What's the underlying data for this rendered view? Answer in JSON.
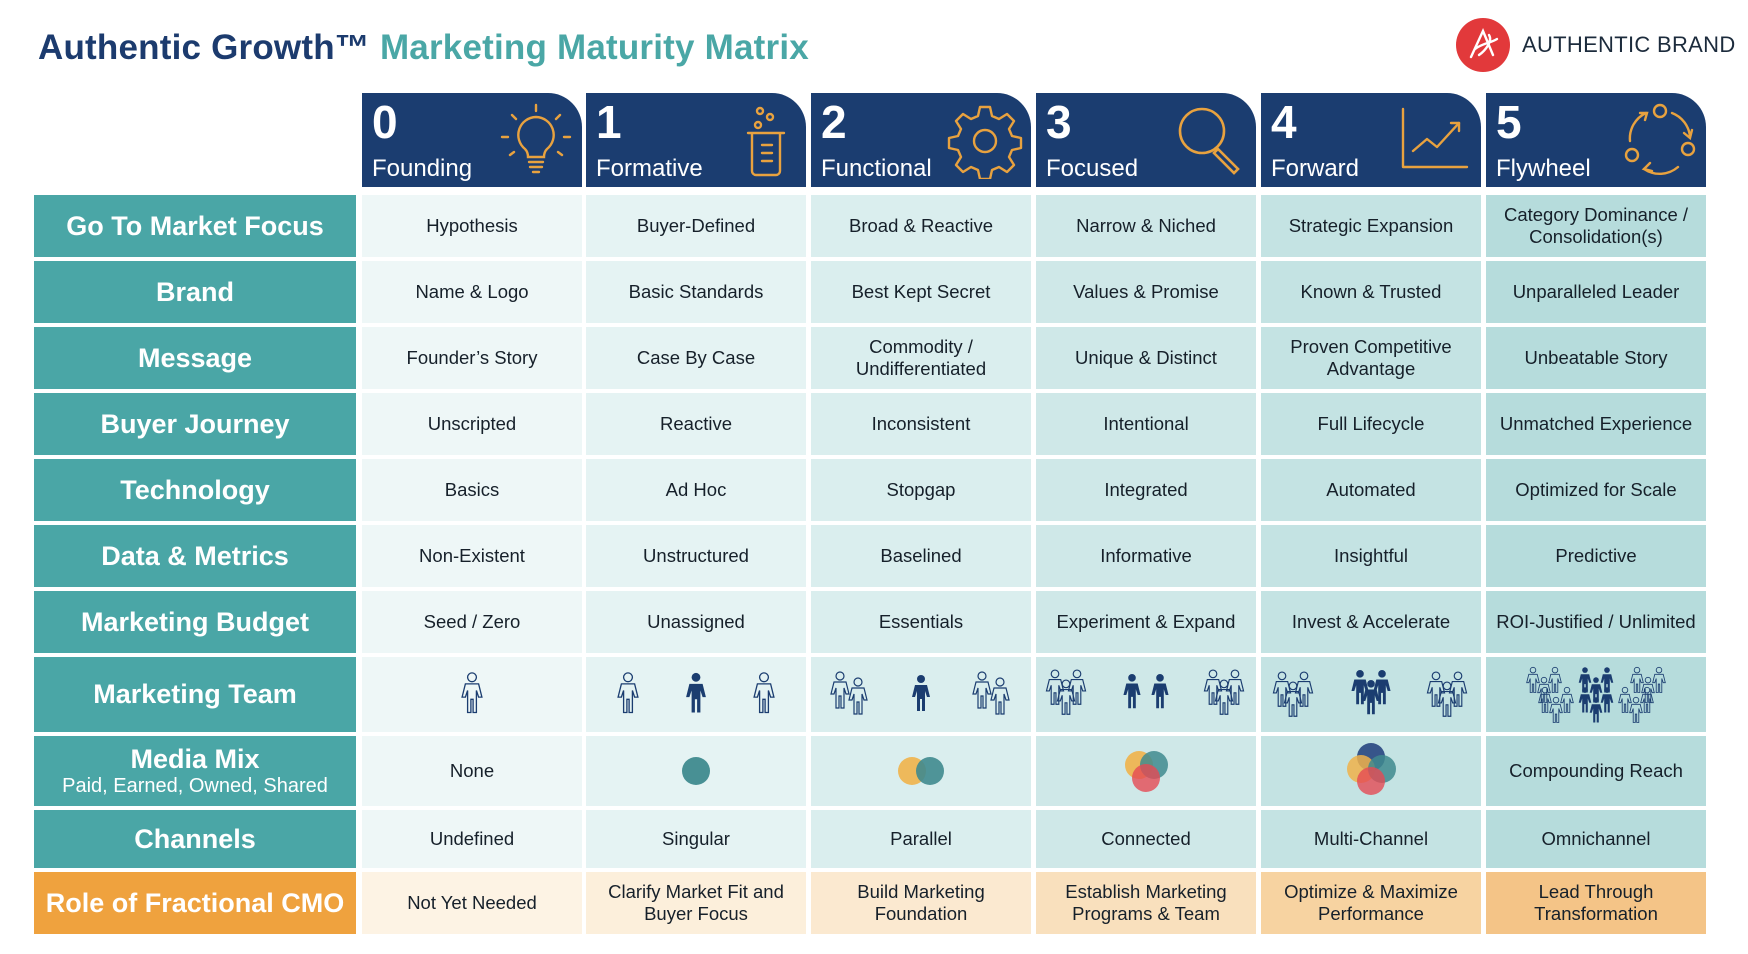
{
  "title": {
    "part1": "Authentic Growth™",
    "part2": "Marketing Maturity Matrix"
  },
  "brand": {
    "name": "AUTHENTIC BRAND",
    "logo_icon": "authentic-brand-a-icon",
    "color": "#e2393b"
  },
  "colors": {
    "navy": "#1b3d70",
    "teal": "#4aa6a6",
    "orange": "#efa23e",
    "col_shades": [
      "#eef7f7",
      "#e5f3f3",
      "#daeeee",
      "#cfe8e8",
      "#c4e3e3",
      "#b6dcdc"
    ],
    "orange_shades": [
      "#fdf3e4",
      "#fcefdb",
      "#fbe9d0",
      "#f9e0bd",
      "#f7d3a1",
      "#f4c487"
    ]
  },
  "stages": [
    {
      "num": "0",
      "name": "Founding",
      "icon": "lightbulb-icon"
    },
    {
      "num": "1",
      "name": "Formative",
      "icon": "beaker-icon"
    },
    {
      "num": "2",
      "name": "Functional",
      "icon": "gear-icon"
    },
    {
      "num": "3",
      "name": "Focused",
      "icon": "magnifier-icon"
    },
    {
      "num": "4",
      "name": "Forward",
      "icon": "growth-chart-icon"
    },
    {
      "num": "5",
      "name": "Flywheel",
      "icon": "flywheel-cycle-icon"
    }
  ],
  "rows": [
    {
      "label": "Go To Market Focus",
      "cells": [
        "Hypothesis",
        "Buyer-Defined",
        "Broad & Reactive",
        "Narrow & Niched",
        "Strategic Expansion",
        "Category Dominance / Consolidation(s)"
      ]
    },
    {
      "label": "Brand",
      "cells": [
        "Name & Logo",
        "Basic Standards",
        "Best Kept Secret",
        "Values & Promise",
        "Known & Trusted",
        "Unparalleled Leader"
      ]
    },
    {
      "label": "Message",
      "cells": [
        "Founder’s Story",
        "Case By Case",
        "Commodity / Undifferentiated",
        "Unique & Distinct",
        "Proven Competitive Advantage",
        "Unbeatable Story"
      ]
    },
    {
      "label": "Buyer Journey",
      "cells": [
        "Unscripted",
        "Reactive",
        "Inconsistent",
        "Intentional",
        "Full Lifecycle",
        "Unmatched Experience"
      ]
    },
    {
      "label": "Technology",
      "cells": [
        "Basics",
        "Ad Hoc",
        "Stopgap",
        "Integrated",
        "Automated",
        "Optimized for Scale"
      ]
    },
    {
      "label": "Data & Metrics",
      "cells": [
        "Non-Existent",
        "Unstructured",
        "Baselined",
        "Informative",
        "Insightful",
        "Predictive"
      ]
    },
    {
      "label": "Marketing Budget",
      "cells": [
        "Seed / Zero",
        "Unassigned",
        "Essentials",
        "Experiment & Expand",
        "Invest & Accelerate",
        "ROI-Justified / Unlimited"
      ]
    },
    {
      "label": "Marketing Team",
      "cells": [
        "",
        "",
        "",
        "",
        "",
        ""
      ]
    },
    {
      "label": "Media Mix",
      "sub": "Paid, Earned, Owned, Shared",
      "cells": [
        "None",
        "",
        "",
        "",
        "",
        "Compounding Reach"
      ]
    },
    {
      "label": "Channels",
      "cells": [
        "Undefined",
        "Singular",
        "Parallel",
        "Connected",
        "Multi-Channel",
        "Omnichannel"
      ]
    },
    {
      "label": "Role of Fractional CMO",
      "cells": [
        "Not Yet Needed",
        "Clarify Market Fit and Buyer Focus",
        "Build Marketing Foundation",
        "Establish Marketing Programs & Team",
        "Optimize & Maximize Performance",
        "Lead Through Transformation"
      ]
    }
  ]
}
